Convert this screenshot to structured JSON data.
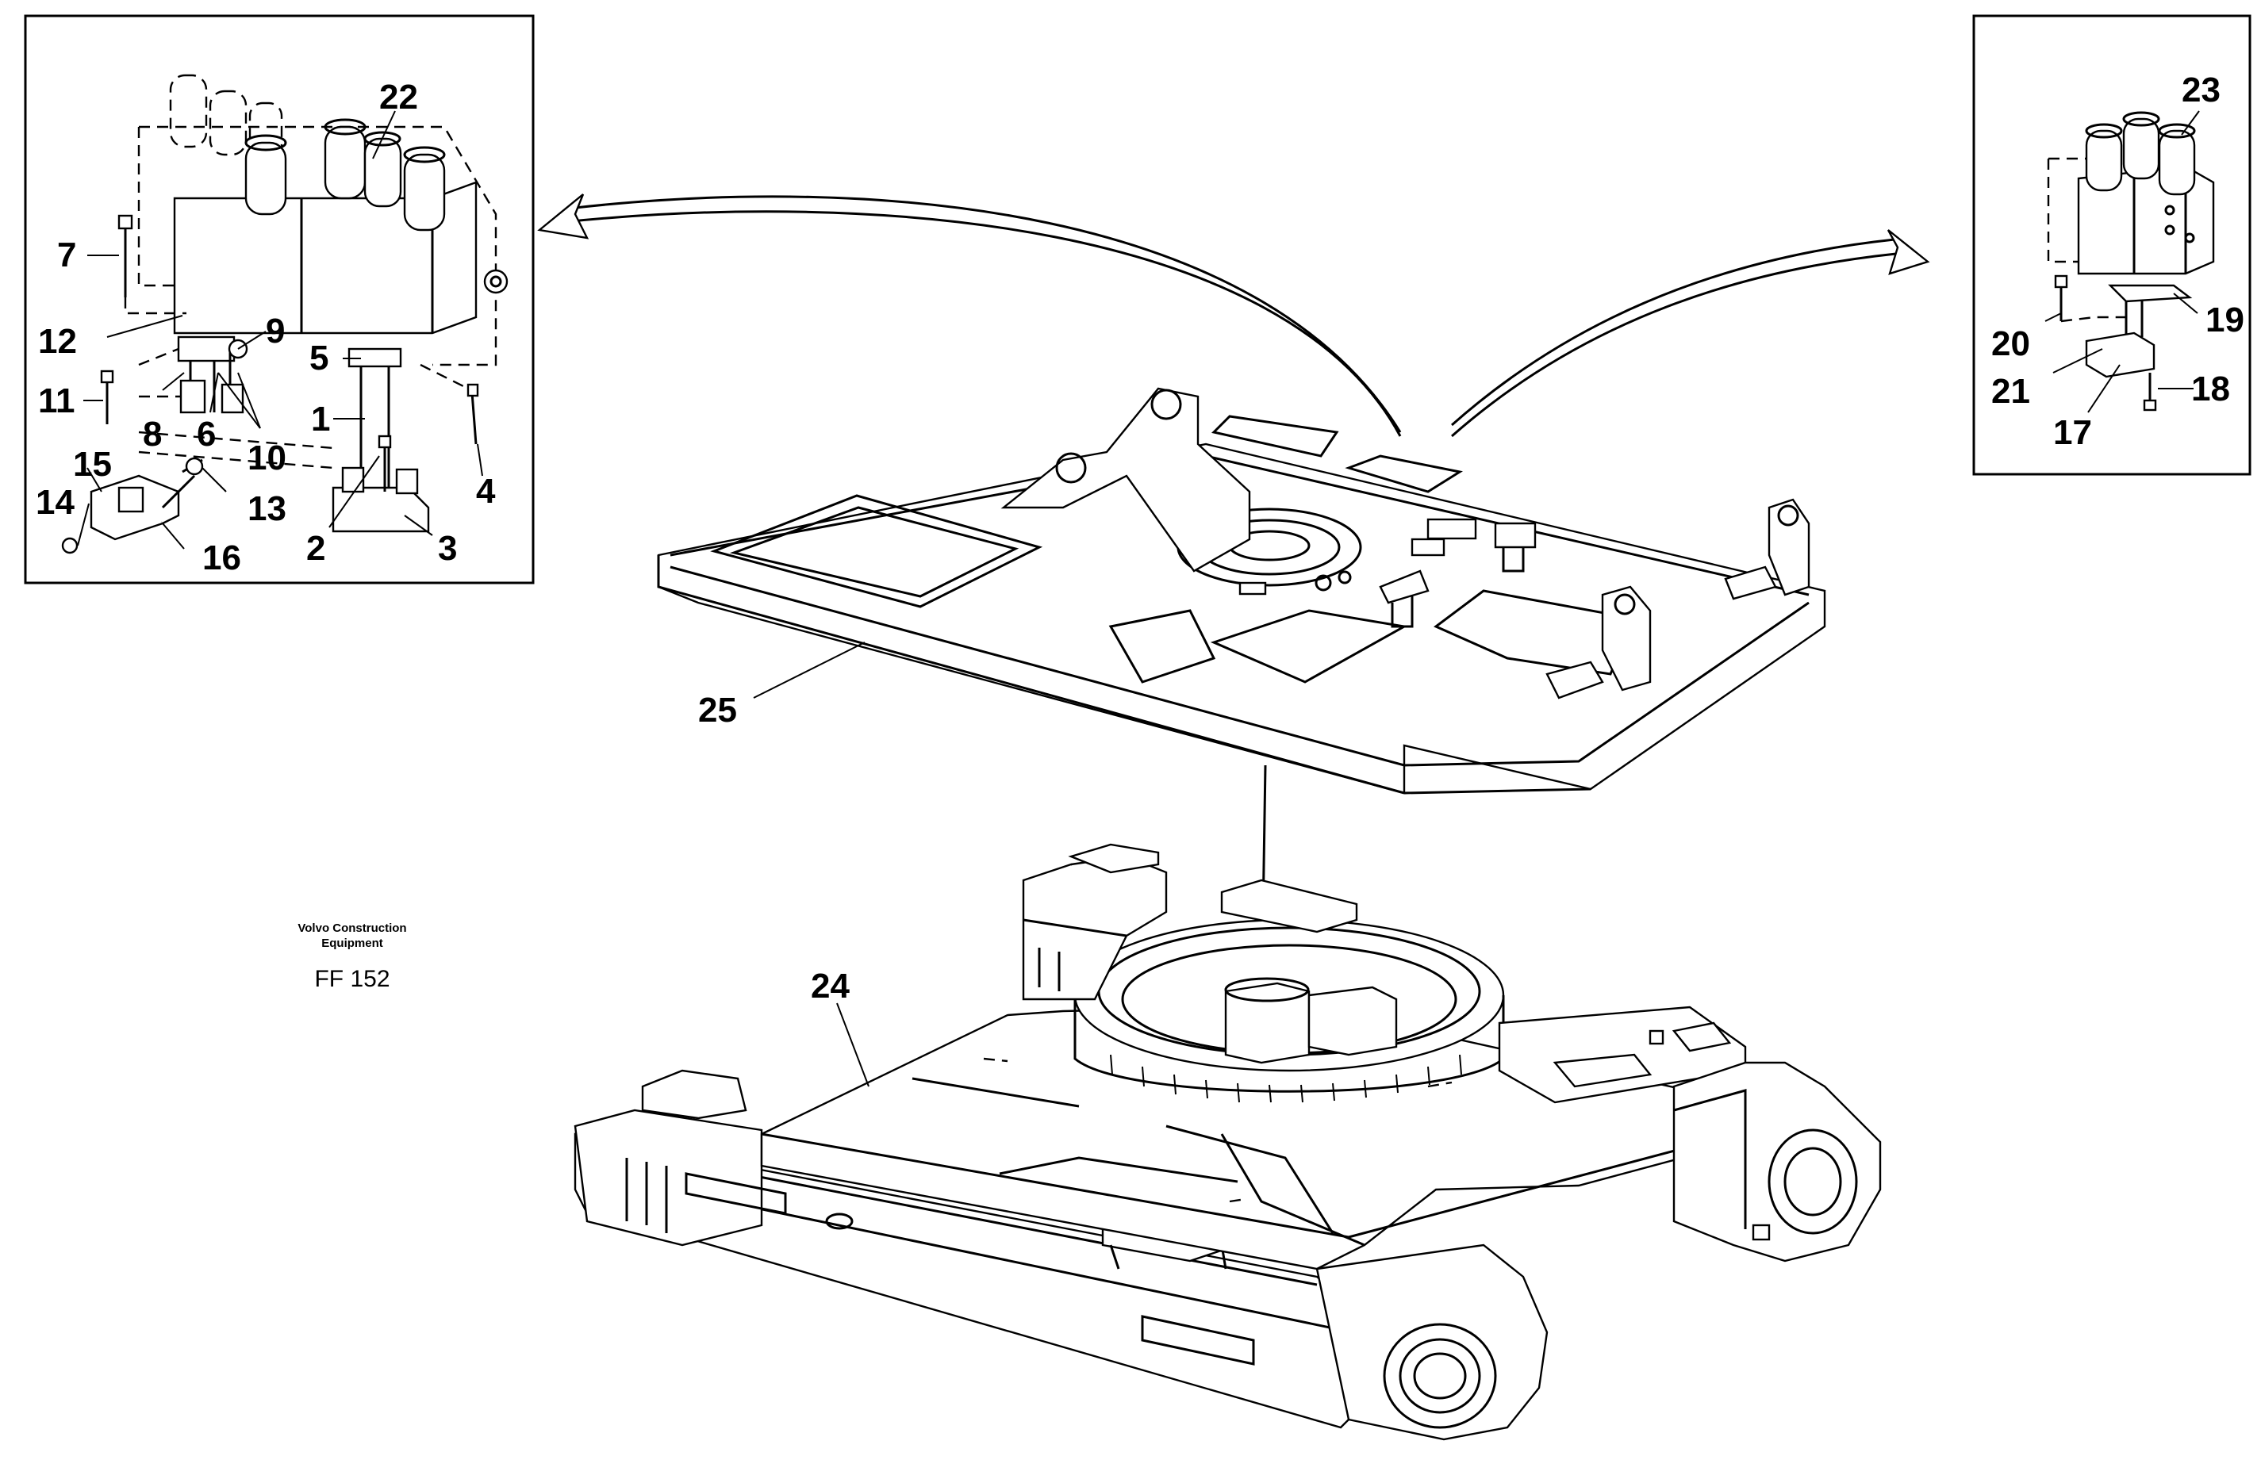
{
  "callouts": {
    "c1": "1",
    "c2": "2",
    "c3": "3",
    "c4": "4",
    "c5": "5",
    "c6": "6",
    "c7": "7",
    "c8": "8",
    "c9": "9",
    "c10": "10",
    "c11": "11",
    "c12": "12",
    "c13": "13",
    "c14": "14",
    "c15": "15",
    "c16": "16",
    "c17": "17",
    "c18": "18",
    "c19": "19",
    "c20": "20",
    "c21": "21",
    "c22": "22",
    "c23": "23",
    "c24": "24",
    "c25": "25"
  },
  "credit": {
    "line1": "Volvo Construction",
    "line2": "Equipment",
    "code": "FF 152"
  }
}
